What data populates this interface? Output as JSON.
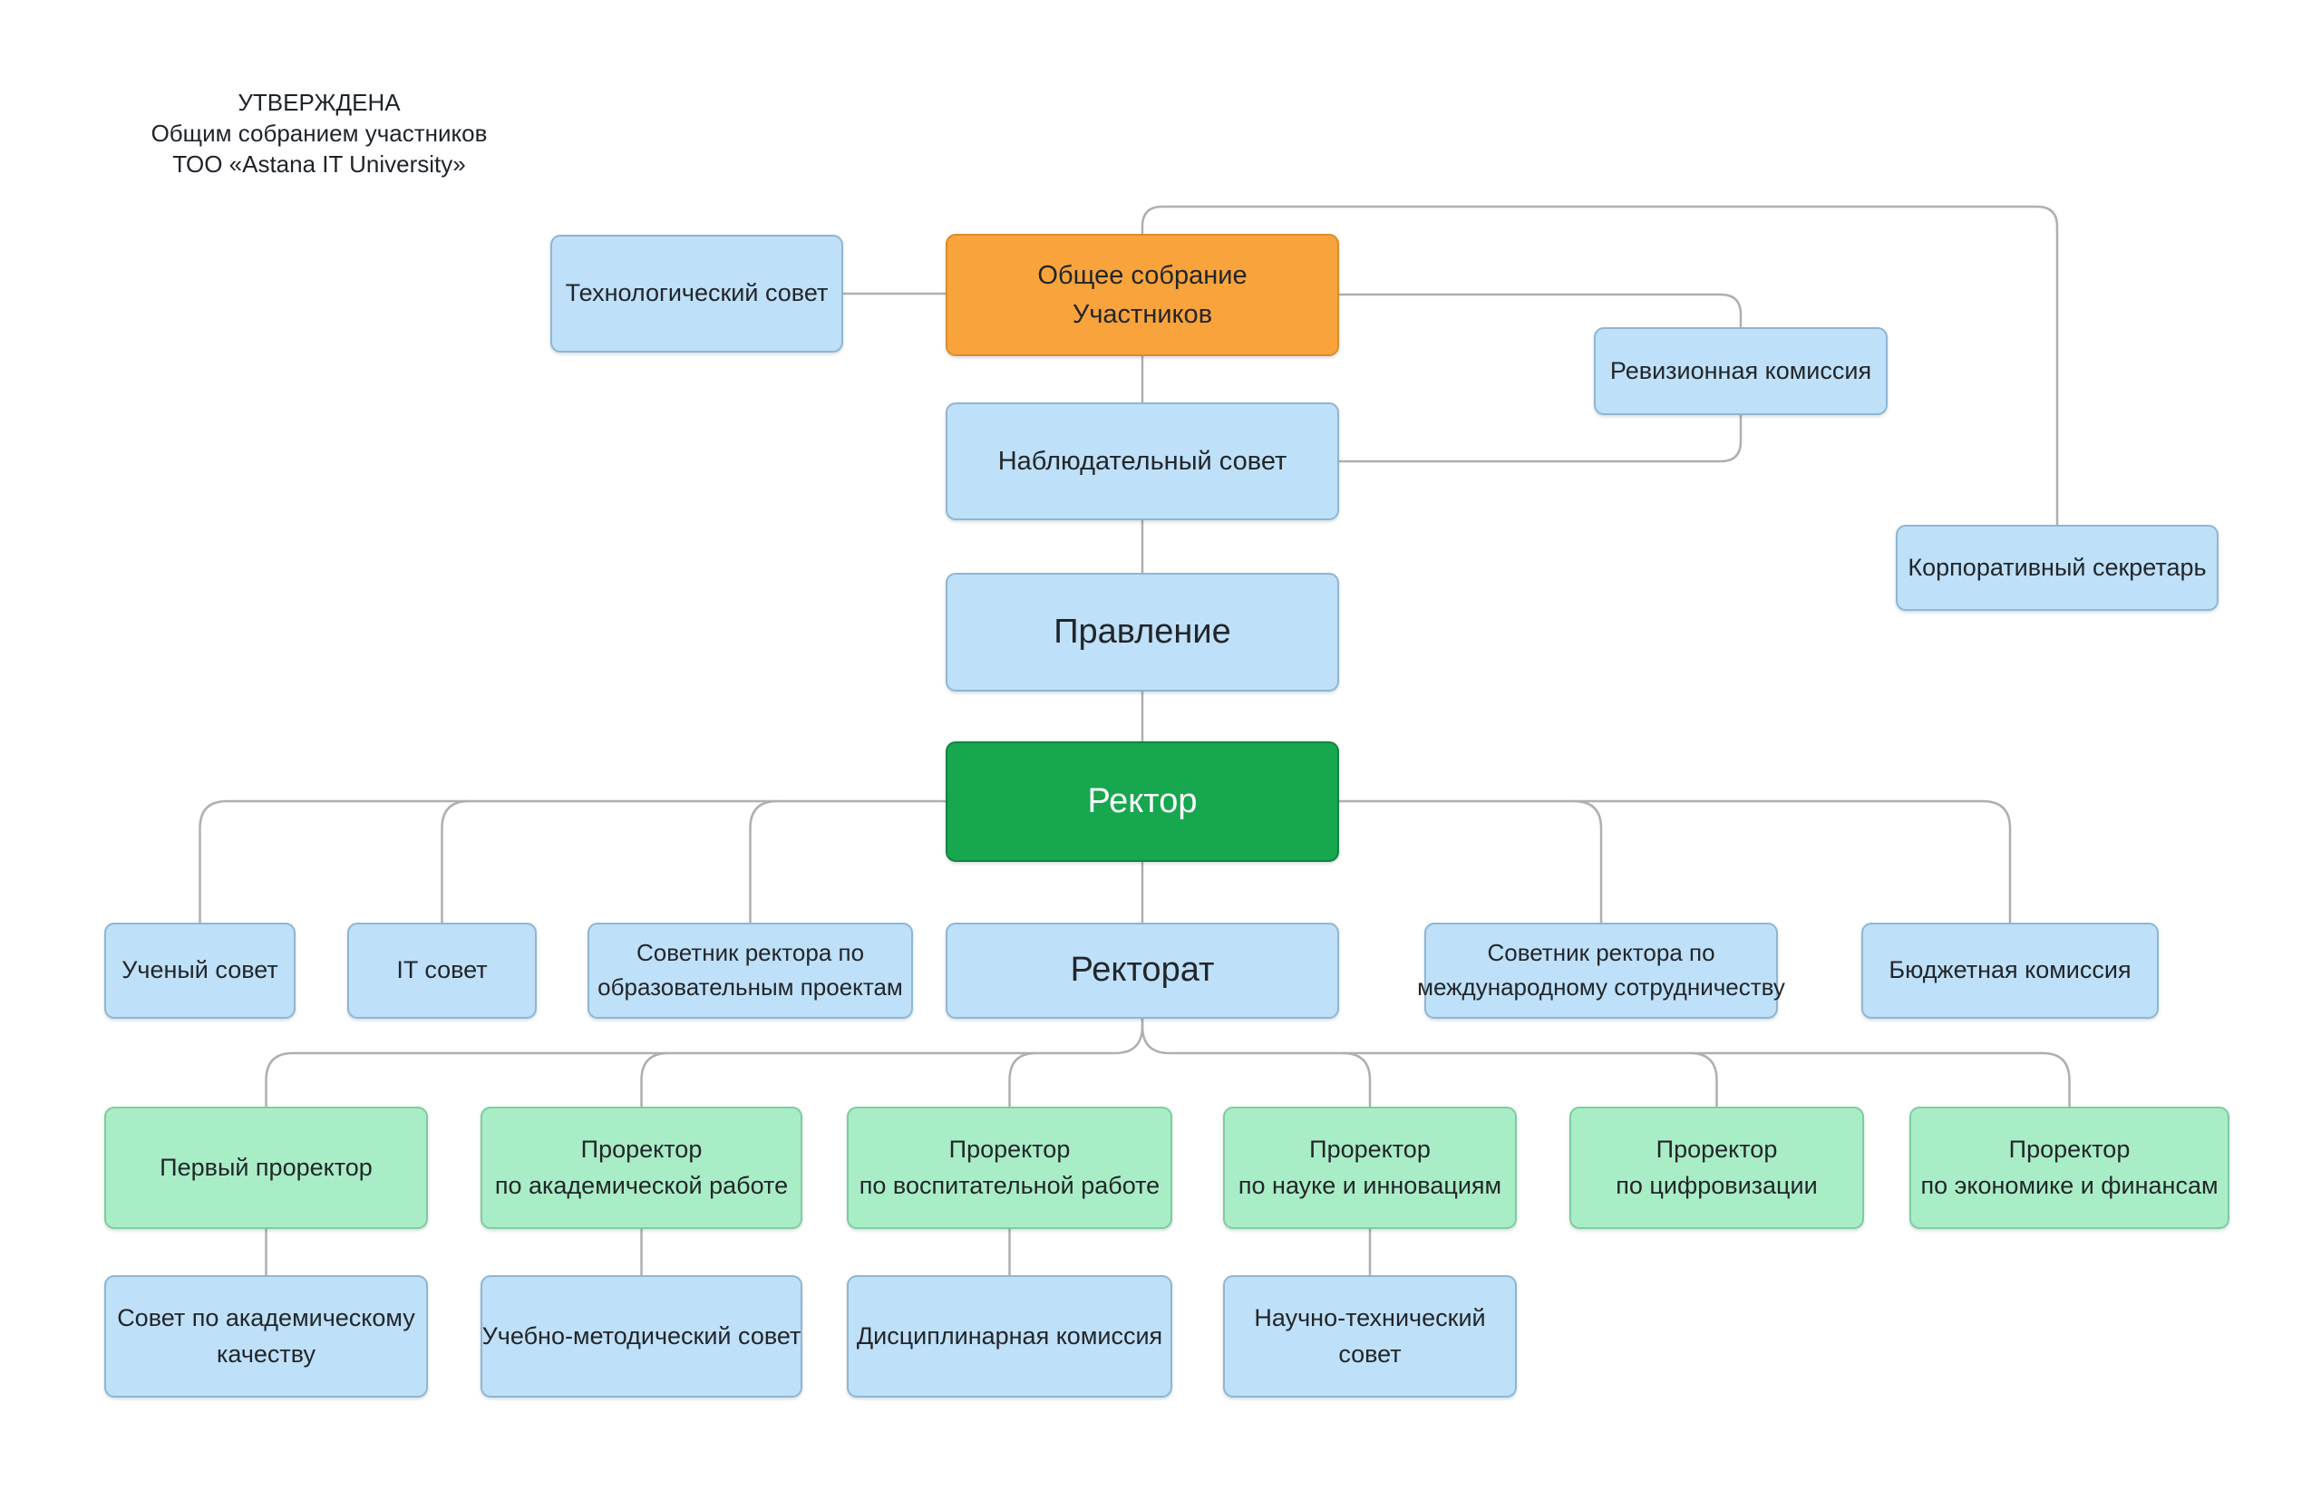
{
  "approval_note": {
    "lines": [
      "УТВЕРЖДЕНА",
      "Общим собранием участников",
      "ТОО «Astana IT University»"
    ]
  },
  "colors": {
    "background": "#ffffff",
    "connector": "#afafaf",
    "text_dark": "#22262a",
    "text_on_green": "#ffffff",
    "orange_fill": "#f8a33b",
    "orange_border": "#db8c2b",
    "blue_fill": "#bee0f8",
    "blue_border": "#8fb6d4",
    "green_fill": "#17a74f",
    "green_border": "#0f8540",
    "mint_fill": "#a9edc6",
    "mint_border": "#7dcda2"
  },
  "nodes": [
    {
      "id": "technological-council",
      "type": "blue",
      "lines": [
        "Технологический совет"
      ]
    },
    {
      "id": "general-meeting",
      "type": "orange",
      "lines": [
        "Общее собрание",
        "Участников"
      ]
    },
    {
      "id": "audit-commission",
      "type": "blue",
      "lines": [
        "Ревизионная комиссия"
      ]
    },
    {
      "id": "supervisory-board",
      "type": "blue",
      "lines": [
        "Наблюдательный совет"
      ]
    },
    {
      "id": "corporate-secretary",
      "type": "blue",
      "lines": [
        "Корпоративный секретарь"
      ]
    },
    {
      "id": "management-board",
      "type": "blue",
      "lines": [
        "Правление"
      ]
    },
    {
      "id": "rector",
      "type": "green",
      "lines": [
        "Ректор"
      ]
    },
    {
      "id": "academic-council",
      "type": "blue",
      "lines": [
        "Ученый совет"
      ]
    },
    {
      "id": "it-council",
      "type": "blue",
      "lines": [
        "IT совет"
      ]
    },
    {
      "id": "advisor-educational-projects",
      "type": "blue",
      "lines": [
        "Советник ректора по",
        "образовательным проектам"
      ]
    },
    {
      "id": "rectorate",
      "type": "blue",
      "lines": [
        "Ректорат"
      ]
    },
    {
      "id": "advisor-international-cooperation",
      "type": "blue",
      "lines": [
        "Советник ректора по",
        "международному сотрудничеству"
      ]
    },
    {
      "id": "budget-commission",
      "type": "blue",
      "lines": [
        "Бюджетная комиссия"
      ]
    },
    {
      "id": "first-vice-rector",
      "type": "mint",
      "lines": [
        "Первый проректор"
      ]
    },
    {
      "id": "vice-rector-academic",
      "type": "mint",
      "lines": [
        "Проректор",
        "по академической работе"
      ]
    },
    {
      "id": "vice-rector-educational",
      "type": "mint",
      "lines": [
        "Проректор",
        "по воспитательной работе"
      ]
    },
    {
      "id": "vice-rector-science",
      "type": "mint",
      "lines": [
        "Проректор",
        "по науке и инновациям"
      ]
    },
    {
      "id": "vice-rector-digitalization",
      "type": "mint",
      "lines": [
        "Проректор",
        "по цифровизации"
      ]
    },
    {
      "id": "vice-rector-economics",
      "type": "mint",
      "lines": [
        "Проректор",
        "по экономике и финансам"
      ]
    },
    {
      "id": "council-academic-quality",
      "type": "blue",
      "lines": [
        "Совет по академическому",
        "качеству"
      ]
    },
    {
      "id": "educational-methodical-council",
      "type": "blue",
      "lines": [
        "Учебно-методический совет"
      ]
    },
    {
      "id": "disciplinary-commission",
      "type": "blue",
      "lines": [
        "Дисциплинарная комиссия"
      ]
    },
    {
      "id": "scientific-technical-council",
      "type": "blue",
      "lines": [
        "Научно-технический",
        "совет"
      ]
    }
  ]
}
